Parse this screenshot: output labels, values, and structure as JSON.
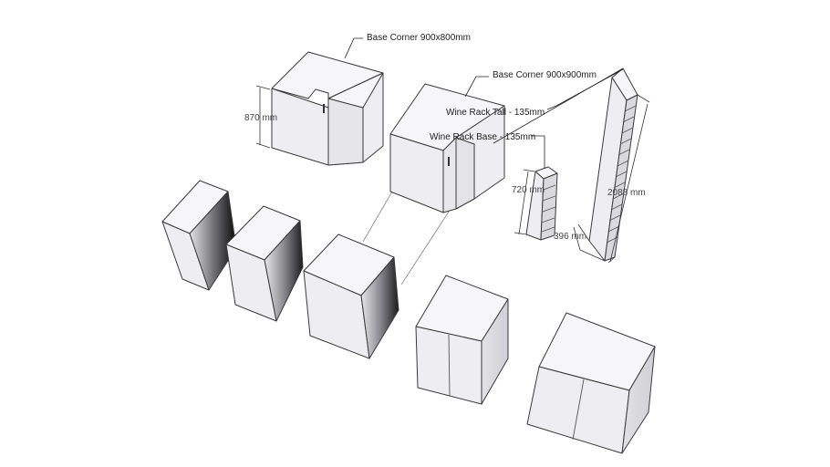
{
  "labels": {
    "base_corner_900x800": "Base Corner 900x800mm",
    "base_corner_900x900": "Base Corner 900x900mm",
    "wine_rack_tall": "Wine Rack Tall - 135mm",
    "wine_rack_base": "Wine Rack Base - 135mm"
  },
  "dimensions": {
    "corner_height": "870 mm",
    "wine_base_height": "720 mm",
    "wine_tall_height": "2088 mm",
    "wine_depth": "396 mm"
  },
  "colors": {
    "background": "#ffffff",
    "edge": "#3a3a3a",
    "top_face": "#f6f6f8",
    "front_face": "#eeeef2",
    "shadow_dark": "#0a0a0a",
    "shadow_light": "#dcdce2"
  },
  "scene": {
    "view": "3D isometric model",
    "style": "white cabinets with black edges"
  }
}
